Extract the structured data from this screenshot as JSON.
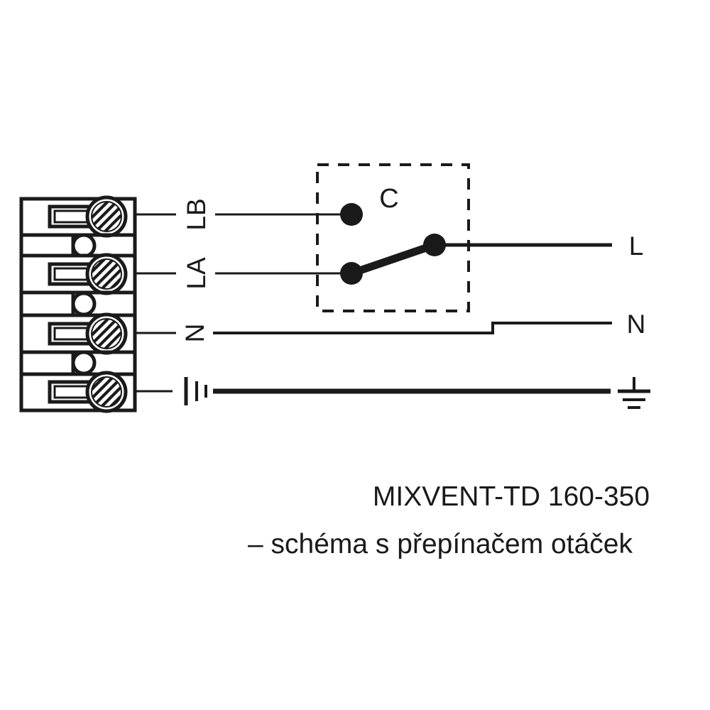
{
  "diagram": {
    "title": "MIXVENT-TD 160-350",
    "subtitle": "– schéma s přepínačem otáček",
    "colors": {
      "line": "#1a1a1a",
      "background": "#ffffff",
      "terminal_fill": "#ffffff"
    },
    "terminal_block": {
      "name": "terminal-block",
      "terminal_count": 4,
      "terminals": [
        {
          "label": "LB",
          "kind": "screw-terminal"
        },
        {
          "label": "LA",
          "kind": "screw-terminal"
        },
        {
          "label": "N",
          "kind": "screw-terminal"
        },
        {
          "label": "earth",
          "kind": "screw-terminal"
        }
      ]
    },
    "wire_labels_left": [
      {
        "id": "lb",
        "text": "LB",
        "rotated": true
      },
      {
        "id": "la",
        "text": "LA",
        "rotated": true
      },
      {
        "id": "n",
        "text": "N",
        "rotated": true
      },
      {
        "id": "earth",
        "text": "",
        "symbol": "earth-symbol-rotated"
      }
    ],
    "switch_box": {
      "label": "C",
      "name": "speed-selector-switch",
      "style": "dashed",
      "contacts": [
        {
          "id": "lb-contact",
          "connected": false
        },
        {
          "id": "la-contact",
          "connected": true
        },
        {
          "id": "common-contact",
          "connected": true
        }
      ],
      "lever_from": "la-contact",
      "lever_to": "common-contact"
    },
    "supply_labels_right": [
      {
        "id": "l",
        "text": "L"
      },
      {
        "id": "n",
        "text": "N"
      },
      {
        "id": "earth",
        "text": "",
        "symbol": "earth-symbol"
      }
    ]
  }
}
